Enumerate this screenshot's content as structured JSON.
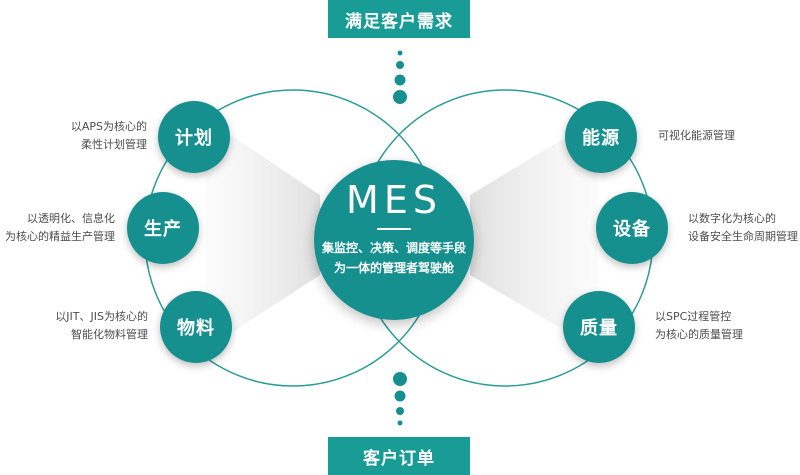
{
  "top_banner": "满足客户需求",
  "bottom_banner": "客户订单",
  "core": {
    "title": "MES",
    "desc_line1": "集监控、决策、调度等手段",
    "desc_line2": "为一体的管理者驾驶舱"
  },
  "left_nodes": [
    {
      "label": "计划",
      "note_line1": "以APS为核心的",
      "note_line2": "柔性计划管理"
    },
    {
      "label": "生产",
      "note_line1": "以透明化、信息化",
      "note_line2": "为核心的精益生产管理"
    },
    {
      "label": "物料",
      "note_line1": "以JIT、JIS为核心的",
      "note_line2": "智能化物料管理"
    }
  ],
  "right_nodes": [
    {
      "label": "能源",
      "note_line1": "可视化能源管理",
      "note_line2": ""
    },
    {
      "label": "设备",
      "note_line1": "以数字化为核心的",
      "note_line2": "设备安全生命周期管理"
    },
    {
      "label": "质量",
      "note_line1": "以SPC过程管控",
      "note_line2": "为核心的质量管理"
    }
  ],
  "colors": {
    "accent": "#1a9c96",
    "node": "#15908f",
    "line": "#2a9d95",
    "dot": "#15908f"
  }
}
